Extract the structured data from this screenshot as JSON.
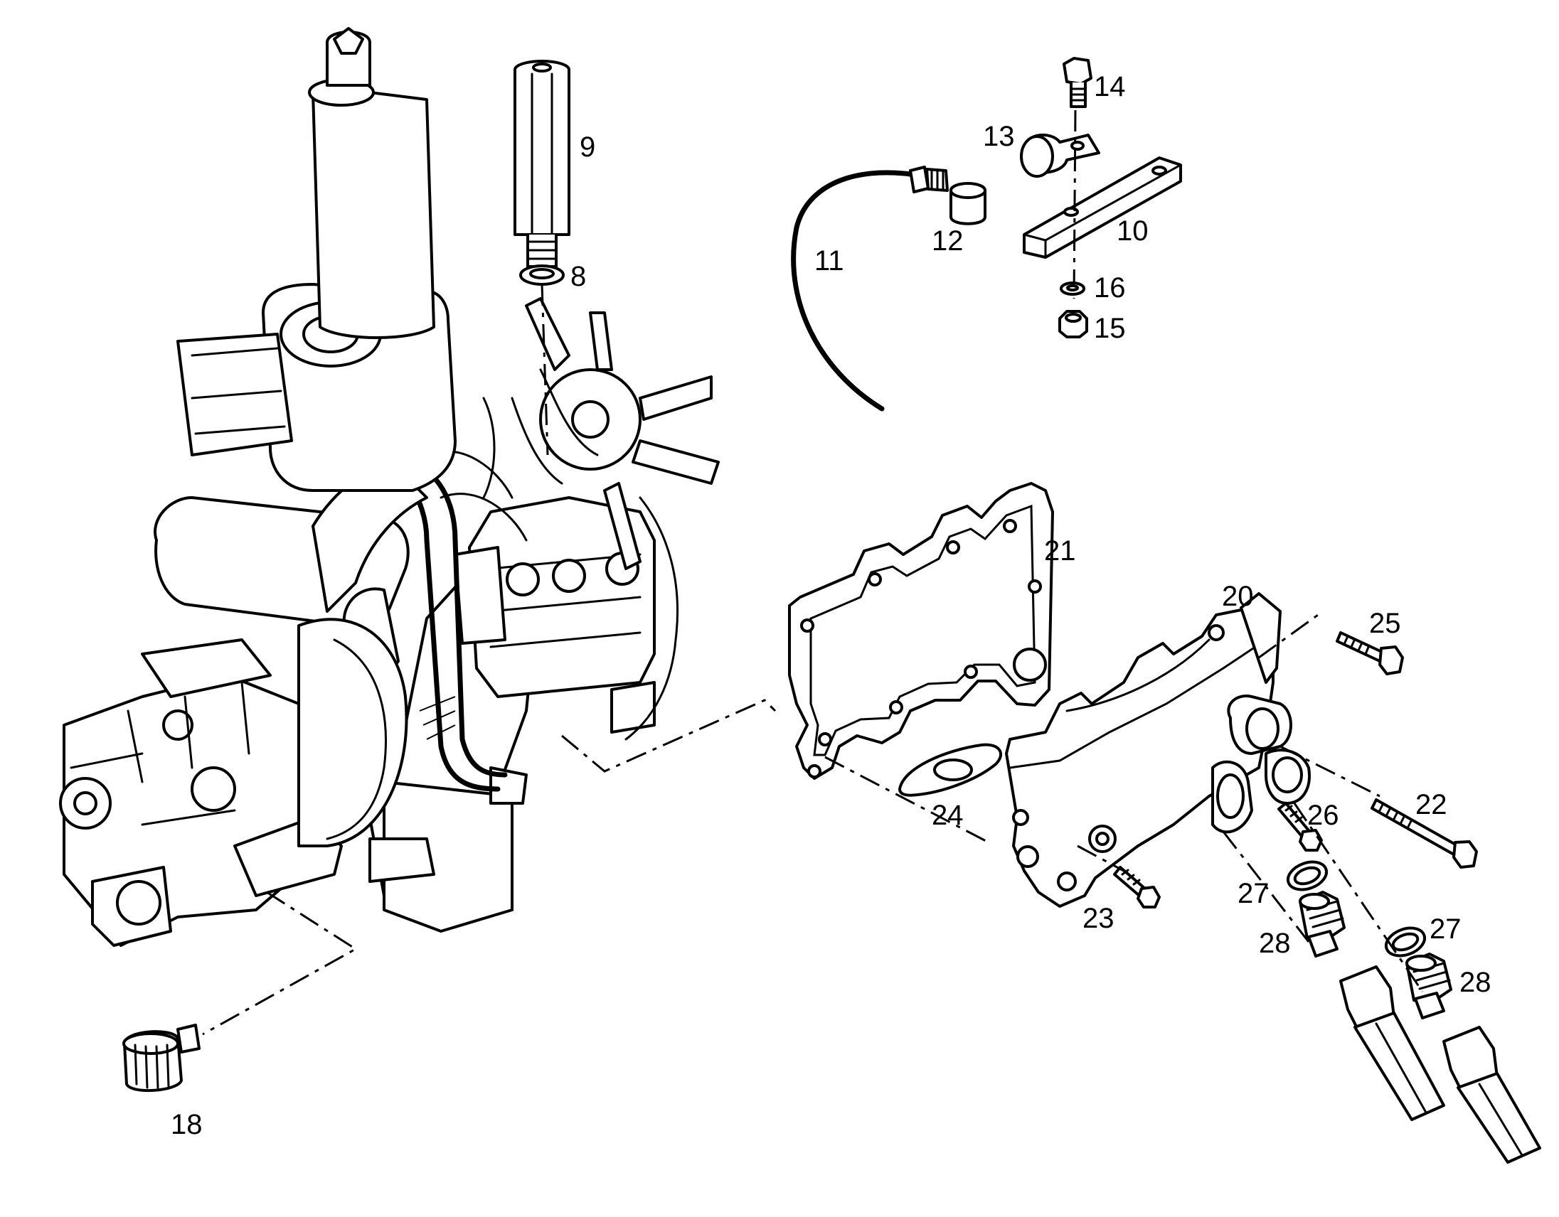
{
  "callouts": {
    "c8": "8",
    "c9": "9",
    "c10": "10",
    "c11": "11",
    "c12": "12",
    "c13": "13",
    "c14": "14",
    "c15": "15",
    "c16": "16",
    "c18": "18",
    "c20": "20",
    "c21": "21",
    "c22": "22",
    "c23": "23",
    "c24": "24",
    "c25": "25",
    "c26": "26",
    "c27a": "27",
    "c27b": "27",
    "c28a": "28",
    "c28b": "28"
  },
  "colors": {
    "ink": "#000000",
    "paper": "#ffffff"
  }
}
